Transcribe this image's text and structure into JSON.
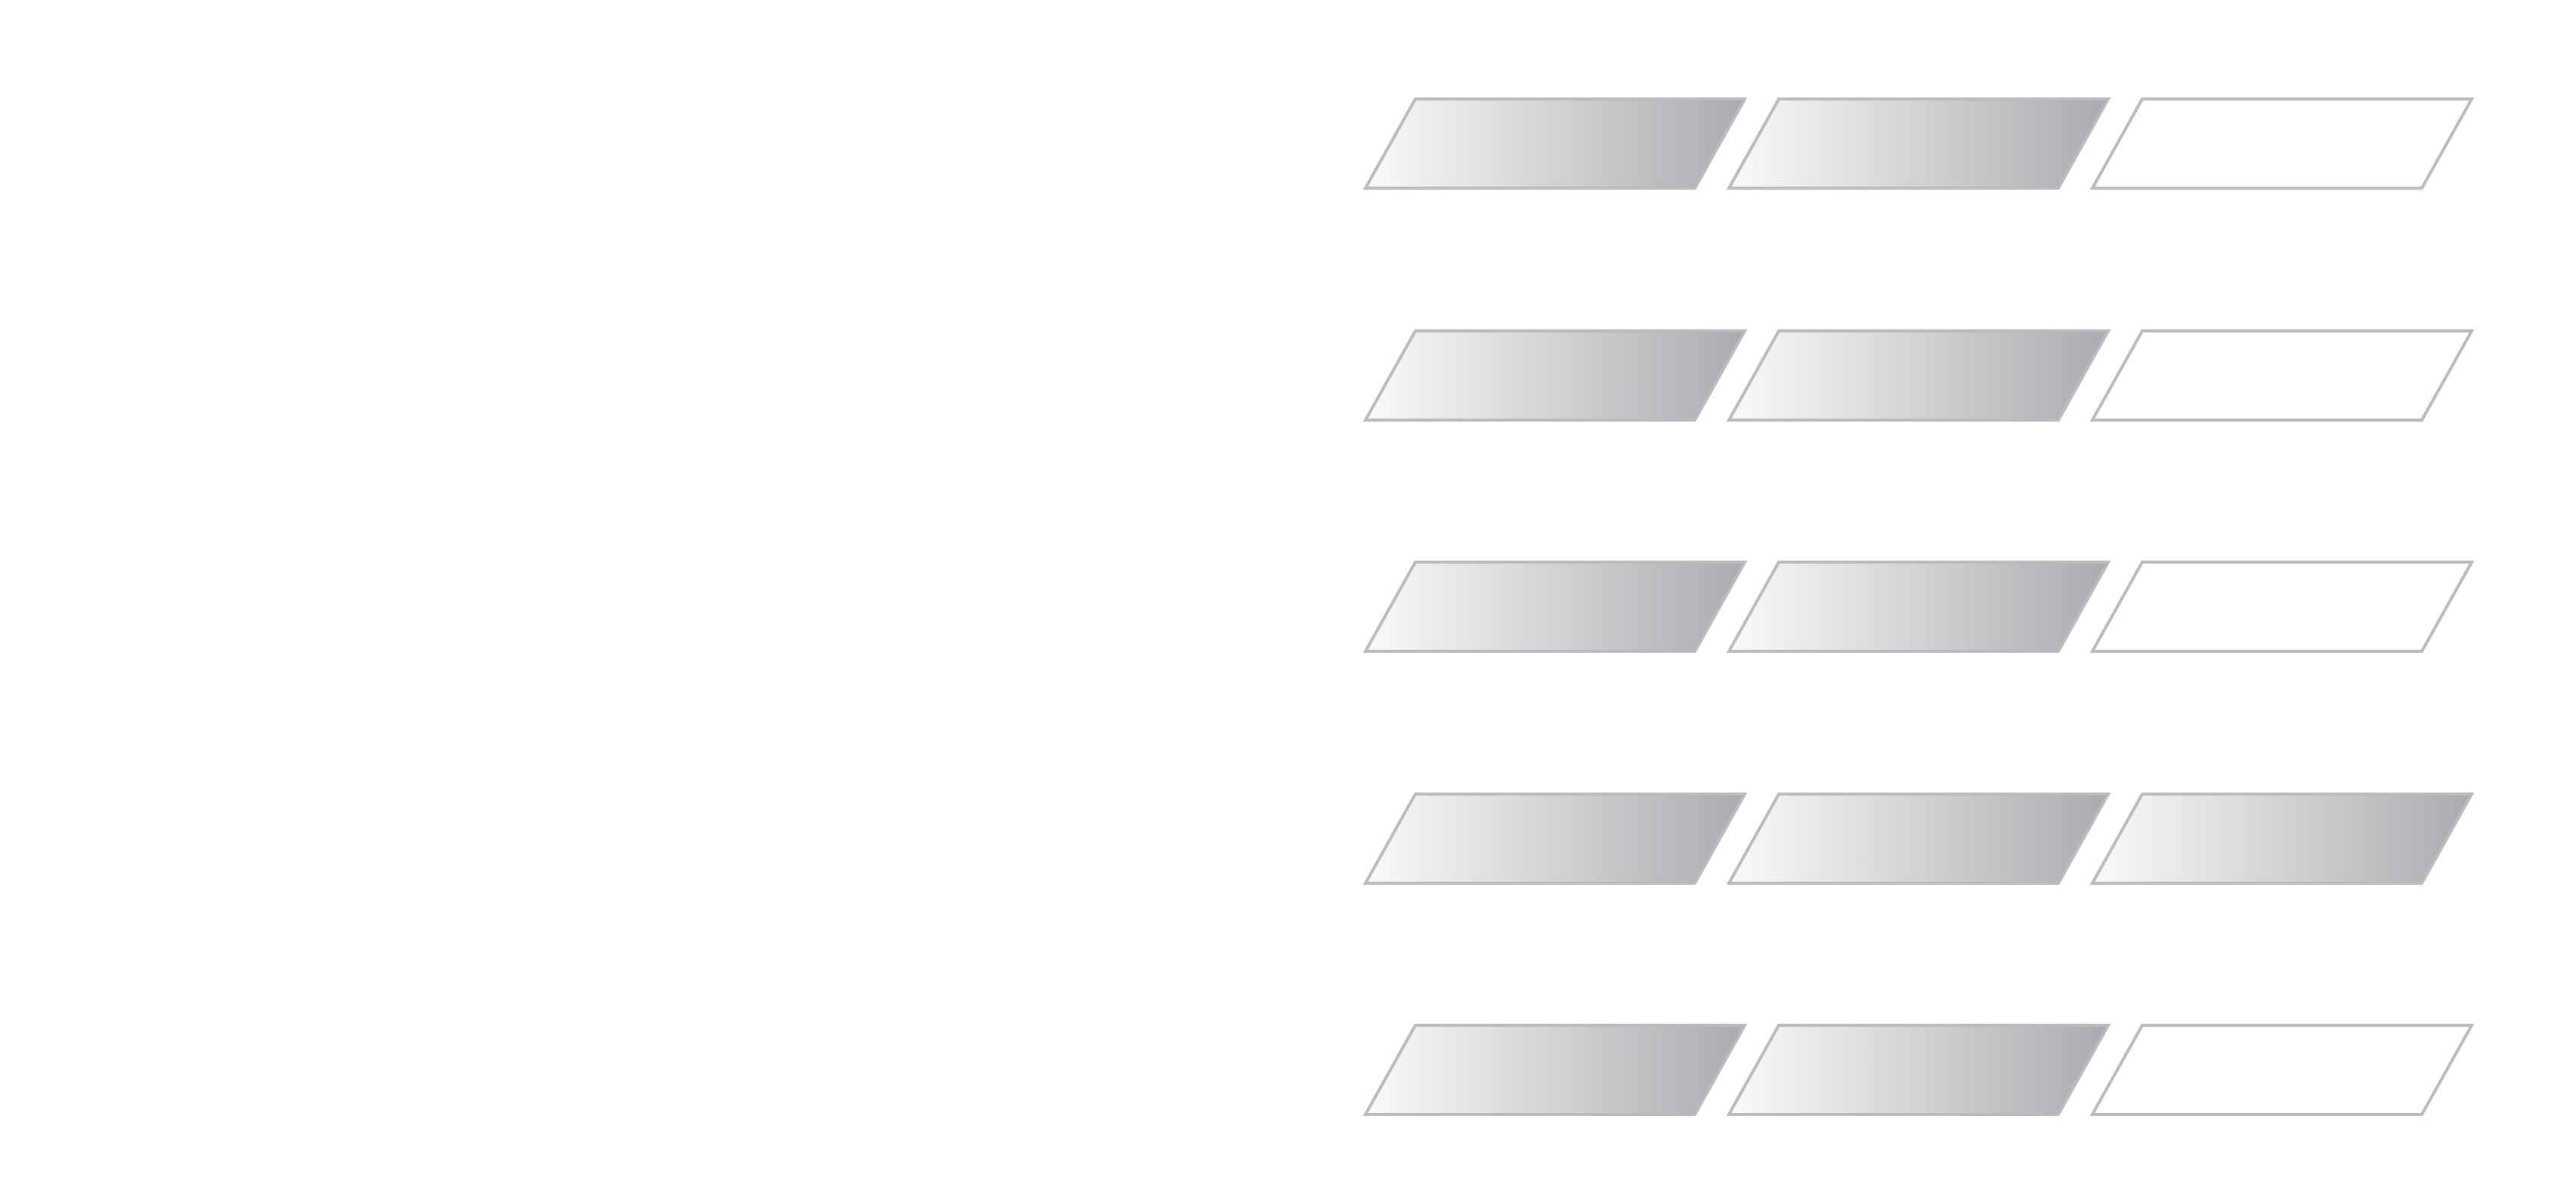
{
  "rating_rows": [
    {
      "filled": 2,
      "total": 3
    },
    {
      "filled": 2,
      "total": 3
    },
    {
      "filled": 2,
      "total": 3
    },
    {
      "filled": 3,
      "total": 3
    },
    {
      "filled": 2,
      "total": 3
    }
  ],
  "colors": {
    "background": "#ffffff",
    "outline": "#b9bbbe",
    "fill_light": "#fafafa",
    "fill_dark": "#a9abae",
    "empty": "#ffffff"
  }
}
